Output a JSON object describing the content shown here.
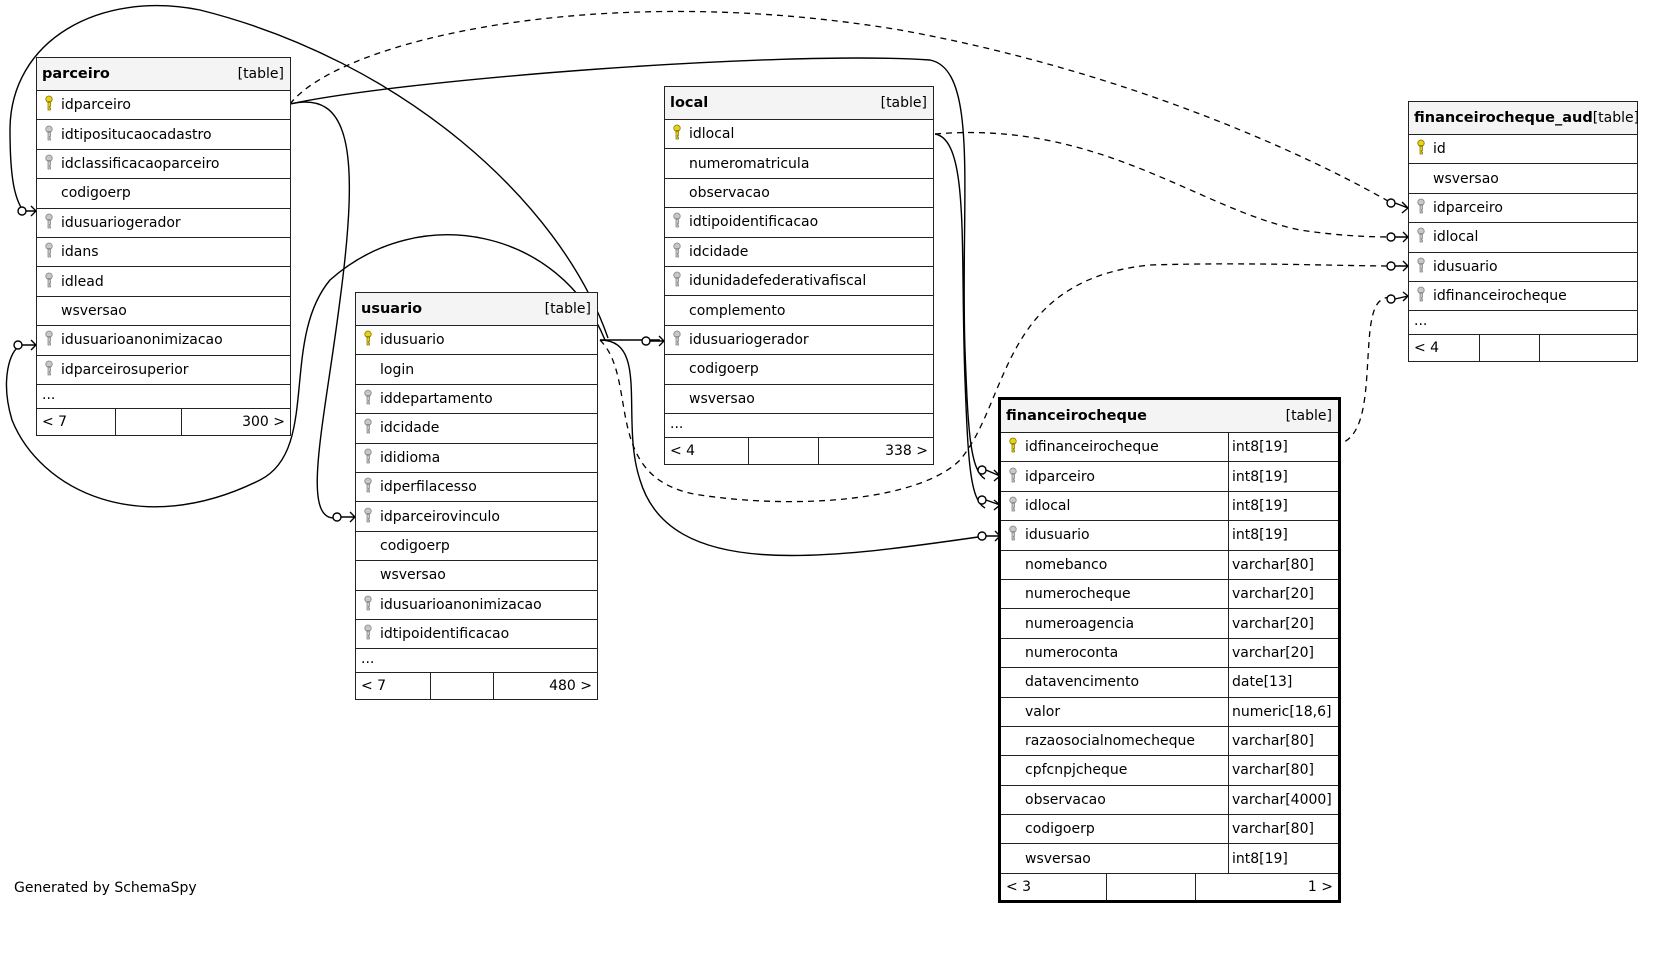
{
  "tables": {
    "parceiro": {
      "name": "parceiro",
      "label": "[table]",
      "columns": [
        {
          "name": "idparceiro",
          "key": "pk"
        },
        {
          "name": "idtipositucaocadastro",
          "key": "fk"
        },
        {
          "name": "idclassificacaoparceiro",
          "key": "fk"
        },
        {
          "name": "codigoerp",
          "key": ""
        },
        {
          "name": "idusuariogerador",
          "key": "fk"
        },
        {
          "name": "idans",
          "key": "fk"
        },
        {
          "name": "idlead",
          "key": "fk"
        },
        {
          "name": "wsversao",
          "key": ""
        },
        {
          "name": "idusuarioanonimizacao",
          "key": "fk"
        },
        {
          "name": "idparceirosuperior",
          "key": "fk"
        }
      ],
      "ellipsis": "...",
      "footer": {
        "left": "< 7",
        "mid": "",
        "right": "300 >"
      }
    },
    "usuario": {
      "name": "usuario",
      "label": "[table]",
      "columns": [
        {
          "name": "idusuario",
          "key": "pk"
        },
        {
          "name": "login",
          "key": ""
        },
        {
          "name": "iddepartamento",
          "key": "fk"
        },
        {
          "name": "idcidade",
          "key": "fk"
        },
        {
          "name": "ididioma",
          "key": "fk"
        },
        {
          "name": "idperfilacesso",
          "key": "fk"
        },
        {
          "name": "idparceirovinculo",
          "key": "fk"
        },
        {
          "name": "codigoerp",
          "key": ""
        },
        {
          "name": "wsversao",
          "key": ""
        },
        {
          "name": "idusuarioanonimizacao",
          "key": "fk"
        },
        {
          "name": "idtipoidentificacao",
          "key": "fk"
        }
      ],
      "ellipsis": "...",
      "footer": {
        "left": "< 7",
        "mid": "",
        "right": "480 >"
      }
    },
    "local": {
      "name": "local",
      "label": "[table]",
      "columns": [
        {
          "name": "idlocal",
          "key": "pk"
        },
        {
          "name": "numeromatricula",
          "key": ""
        },
        {
          "name": "observacao",
          "key": ""
        },
        {
          "name": "idtipoidentificacao",
          "key": "fk"
        },
        {
          "name": "idcidade",
          "key": "fk"
        },
        {
          "name": "idunidadefederativafiscal",
          "key": "fk"
        },
        {
          "name": "complemento",
          "key": ""
        },
        {
          "name": "idusuariogerador",
          "key": "fk"
        },
        {
          "name": "codigoerp",
          "key": ""
        },
        {
          "name": "wsversao",
          "key": ""
        }
      ],
      "ellipsis": "...",
      "footer": {
        "left": "< 4",
        "mid": "",
        "right": "338 >"
      }
    },
    "financeirocheque_aud": {
      "name": "financeirocheque_aud",
      "label": "[table]",
      "columns": [
        {
          "name": "id",
          "key": "pk"
        },
        {
          "name": "wsversao",
          "key": ""
        },
        {
          "name": "idparceiro",
          "key": "fk"
        },
        {
          "name": "idlocal",
          "key": "fk"
        },
        {
          "name": "idusuario",
          "key": "fk"
        },
        {
          "name": "idfinanceirocheque",
          "key": "fk"
        }
      ],
      "ellipsis": "...",
      "footer": {
        "left": "< 4",
        "mid": "",
        "right": ""
      }
    },
    "financeirocheque": {
      "name": "financeirocheque",
      "label": "[table]",
      "columns": [
        {
          "name": "idfinanceirocheque",
          "key": "pk",
          "type": "int8[19]"
        },
        {
          "name": "idparceiro",
          "key": "fk",
          "type": "int8[19]"
        },
        {
          "name": "idlocal",
          "key": "fk",
          "type": "int8[19]"
        },
        {
          "name": "idusuario",
          "key": "fk",
          "type": "int8[19]"
        },
        {
          "name": "nomebanco",
          "key": "",
          "type": "varchar[80]"
        },
        {
          "name": "numerocheque",
          "key": "",
          "type": "varchar[20]"
        },
        {
          "name": "numeroagencia",
          "key": "",
          "type": "varchar[20]"
        },
        {
          "name": "numeroconta",
          "key": "",
          "type": "varchar[20]"
        },
        {
          "name": "datavencimento",
          "key": "",
          "type": "date[13]"
        },
        {
          "name": "valor",
          "key": "",
          "type": "numeric[18,6]"
        },
        {
          "name": "razaosocialnomecheque",
          "key": "",
          "type": "varchar[80]"
        },
        {
          "name": "cpfcnpjcheque",
          "key": "",
          "type": "varchar[80]"
        },
        {
          "name": "observacao",
          "key": "",
          "type": "varchar[4000]"
        },
        {
          "name": "codigoerp",
          "key": "",
          "type": "varchar[80]"
        },
        {
          "name": "wsversao",
          "key": "",
          "type": "int8[19]"
        }
      ],
      "footer": {
        "left": "< 3",
        "mid": "",
        "right": "1 >"
      }
    }
  },
  "footer_text": "Generated by SchemaSpy",
  "icons": {
    "pk": "key-icon-gold",
    "fk": "key-icon-gray"
  },
  "colors": {
    "pk_key": "#e8d31a",
    "fk_key": "#c8c8c8",
    "header_bg": "#f4f4f4"
  }
}
